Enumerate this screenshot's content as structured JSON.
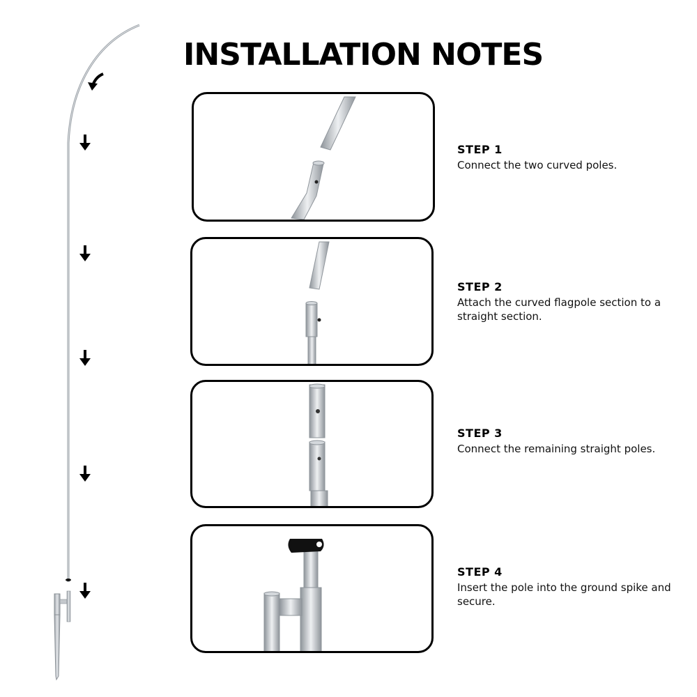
{
  "title": "INSTALLATION NOTES",
  "steps": [
    {
      "title": "STEP 1",
      "description": "Connect the two curved poles."
    },
    {
      "title": "STEP 2",
      "description": "Attach the curved flagpole section to a straight section."
    },
    {
      "title": "STEP 3",
      "description": "Connect the remaining straight poles."
    },
    {
      "title": "STEP 4",
      "description": "Insert the pole into the ground spike and secure."
    }
  ],
  "icons": {
    "curved_arrow": "curved-arrow-icon",
    "down_arrow": "down-arrow-icon"
  },
  "colors": {
    "text": "#000000",
    "pole": "#c4c8cc",
    "pole_shade": "#9aa0a6",
    "panel_border": "#000000"
  }
}
